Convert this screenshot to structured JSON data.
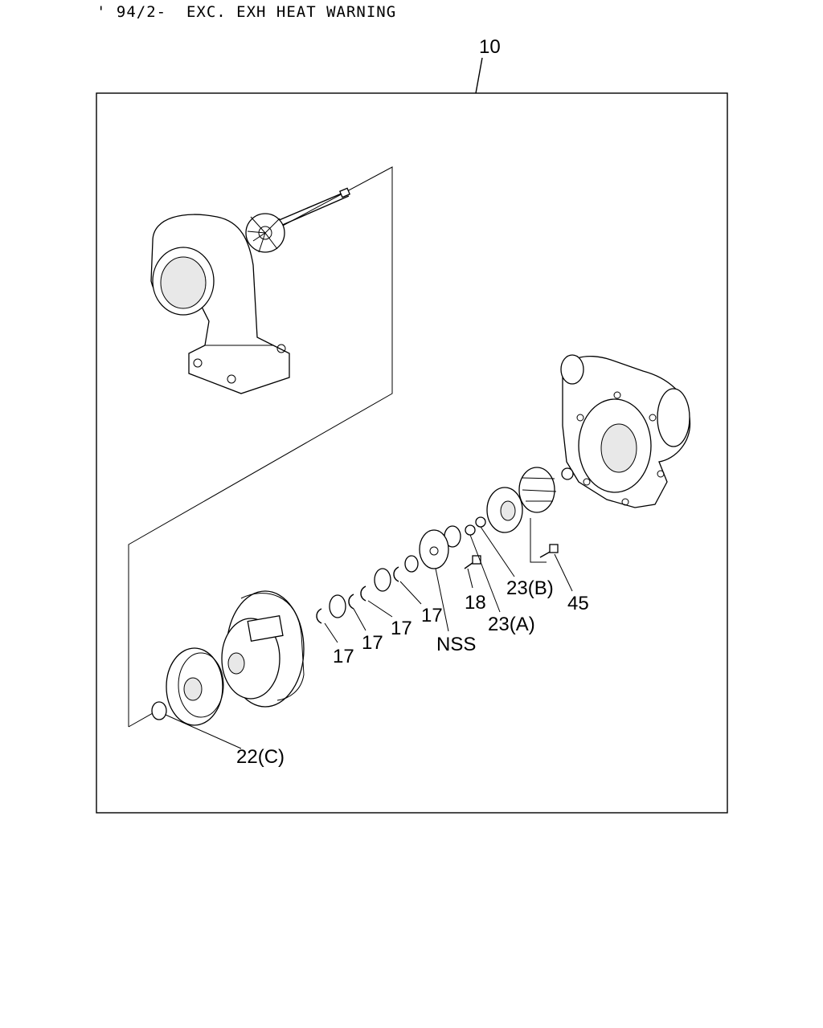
{
  "header": {
    "text": "' 94/2-  EXC. EXH HEAT WARNING"
  },
  "callouts": {
    "assembly": "10",
    "c17a": "17",
    "c17b": "17",
    "c17c": "17",
    "c17d": "17",
    "c18": "18",
    "nss": "NSS",
    "c23a": "23(A)",
    "c23b": "23(B)",
    "c45": "45",
    "c22c": "22(C)"
  }
}
